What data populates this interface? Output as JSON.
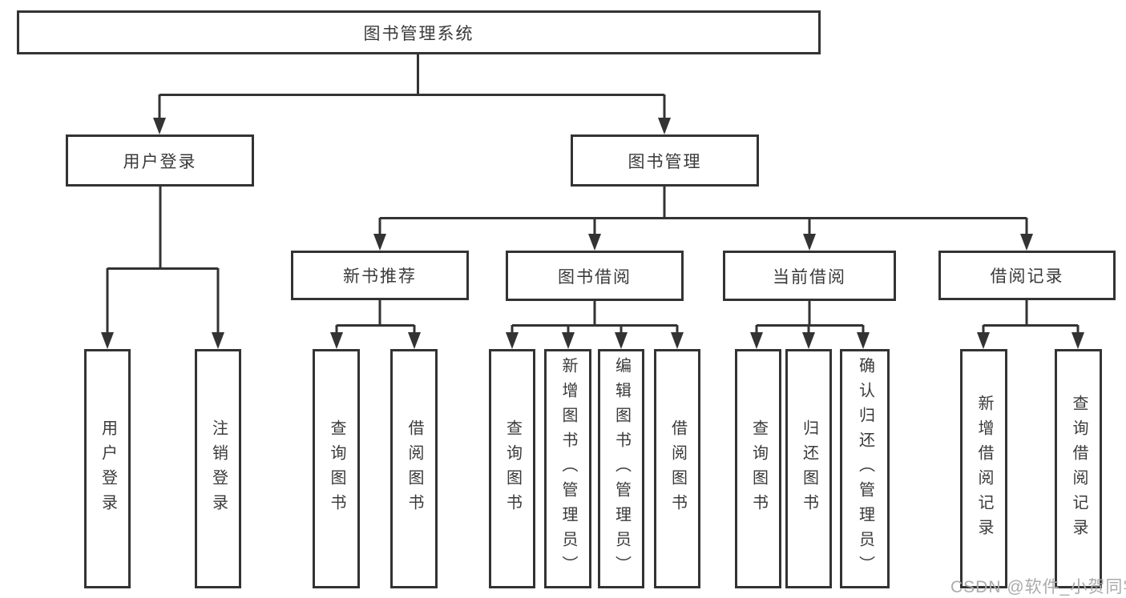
{
  "diagram": {
    "root": {
      "label": "图书管理系统"
    },
    "level2": [
      {
        "label": "用户登录"
      },
      {
        "label": "图书管理"
      }
    ],
    "level3": [
      {
        "label": "新书推荐"
      },
      {
        "label": "图书借阅"
      },
      {
        "label": "当前借阅"
      },
      {
        "label": "借阅记录"
      }
    ],
    "leaves": {
      "user_login": [
        "用户登录",
        "注销登录"
      ],
      "new_book": [
        "查询图书",
        "借阅图书"
      ],
      "book_borrow": [
        "查询图书",
        "新增图书（管理员）",
        "编辑图书（管理员）",
        "借阅图书"
      ],
      "current_borrow": [
        "查询图书",
        "归还图书",
        "确认归还（管理员）"
      ],
      "borrow_record": [
        "新增借阅记录",
        "查询借阅记录"
      ]
    }
  },
  "watermark": "CSDN @软件_小贺同学",
  "colors": {
    "line": "#333333",
    "text": "#3a3a3a",
    "watermark": "#ababab",
    "background": "#ffffff"
  }
}
